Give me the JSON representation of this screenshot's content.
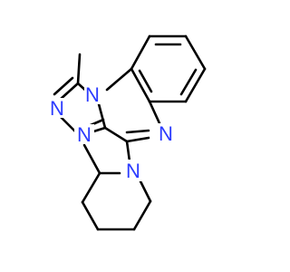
{
  "molecule": {
    "atoms": [
      {
        "id": "methyl_top",
        "element": "C",
        "label": ""
      },
      {
        "id": "c1",
        "element": "C",
        "label": ""
      },
      {
        "id": "n_bridge",
        "element": "N",
        "label": "N"
      },
      {
        "id": "n2",
        "element": "N",
        "label": "N"
      },
      {
        "id": "n3",
        "element": "N",
        "label": "N"
      },
      {
        "id": "c3a",
        "element": "C",
        "label": ""
      },
      {
        "id": "c4",
        "element": "C",
        "label": ""
      },
      {
        "id": "n5",
        "element": "N",
        "label": "N"
      },
      {
        "id": "c5a",
        "element": "C",
        "label": ""
      },
      {
        "id": "c9a",
        "element": "C",
        "label": ""
      },
      {
        "id": "pip_n",
        "element": "N",
        "label": "N"
      },
      {
        "id": "pip_c2",
        "element": "C",
        "label": ""
      },
      {
        "id": "pip_me",
        "element": "C",
        "label": ""
      }
    ],
    "colors": {
      "bond": "#000000",
      "nitrogen": "#2b3bff"
    }
  }
}
